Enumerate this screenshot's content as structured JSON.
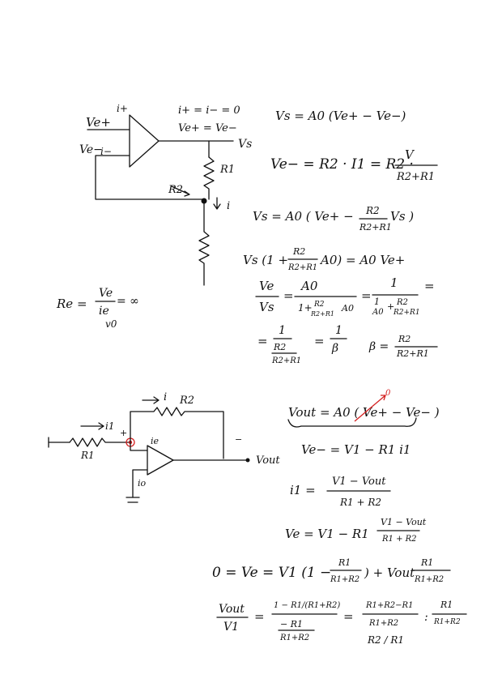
{
  "page": {
    "background": "#ffffff",
    "ink_color": "#111111",
    "highlight_color": "#d42020"
  },
  "circuit1": {
    "labels": {
      "ve_plus": "Ve+",
      "i_plus": "i+",
      "ve_minus": "Ve−",
      "i_minus": "i−",
      "vs": "Vs",
      "r1": "R1",
      "r2": "R2",
      "i": "i"
    },
    "cond1": "i+ = i− = 0",
    "cond2": "Ve+ = Ve−"
  },
  "notes1": {
    "eq_vs": "Vs = A0 (Ve+ − Ve−)",
    "eq_ve_lhs": "Ve− = R2 · I1 = R2 ·",
    "eq_ve_num": "V",
    "eq_ve_den": "R2+R1",
    "eq_vs2_a": "Vs = A0 ( Ve+ −",
    "eq_vs2_num": "R2",
    "eq_vs2_den": "R2+R1",
    "eq_vs2_b": "Vs )",
    "eq_vs3_a": "Vs (1 +",
    "eq_vs3_num": "R2",
    "eq_vs3_den": "R2+R1",
    "eq_vs3_b": "A0) = A0 Ve+",
    "ratio_num": "Ve",
    "ratio_den": "Vs",
    "a0": "A0",
    "ratio_den2_a": "1+",
    "ratio_den2_num": "R2",
    "ratio_den2_den": "R2+R1",
    "ratio_den2_b": "A0",
    "one": "1",
    "sum_a": "1",
    "sum_a_den": "A0",
    "sum_plus": "+",
    "sum_b_num": "R2",
    "sum_b_den": "R2+R1",
    "final_num": "1",
    "final_den_num": "R2",
    "final_den_den": "R2+R1",
    "beta_num": "1",
    "beta_den": "β",
    "beta_def": "β =",
    "beta_def_num": "R2",
    "beta_def_den": "R2+R1",
    "re_def": "Re =",
    "re_num": "Ve",
    "re_den": "ie",
    "re_val": "= ∞",
    "re_sub": "v0"
  },
  "circuit2": {
    "labels": {
      "i": "i",
      "r2": "R2",
      "i1": "i1",
      "r1": "R1",
      "plus": "+",
      "minus": "−",
      "vout": "Vout",
      "ie": "ie",
      "i_e": "io"
    }
  },
  "notes2": {
    "eq_vout": "Vout = A0 ( Ve+ − Ve− )",
    "zero_mark": "0",
    "eq_ve": "Ve− = V1 − R1 i1",
    "eq_i1_lhs": "i1 =",
    "eq_i1_num": "V1 − Vout",
    "eq_i1_den": "R1 + R2",
    "eq_ve2_lhs": "Ve = V1 − R1",
    "eq_ve2_num": "V1 − Vout",
    "eq_ve2_den": "R1 + R2",
    "eq_zero_lhs": "0 = Ve = V1 (1 −",
    "eq_zero_num": "R1",
    "eq_zero_den": "R1+R2",
    "eq_zero_mid": ") + Vout",
    "eq_zero_num2": "R1",
    "eq_zero_den2": "R1+R2",
    "gain_num": "Vout",
    "gain_den": "V1",
    "g2_num": "1 − R1/(R1+R2)",
    "g2_den_num": "− R1",
    "g2_den_den": "R1+R2",
    "g3_num": "R1+R2−R1",
    "g3_den": "R1+R2",
    "g3_div": ":",
    "g4_num": "R1",
    "g4_den": "R1+R2",
    "g5": "R2 / R1"
  }
}
